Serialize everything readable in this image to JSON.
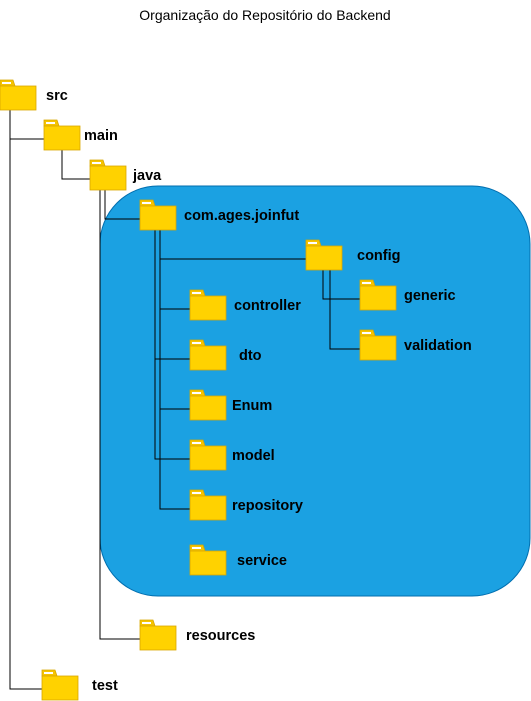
{
  "title": "Organização do Repositório do Backend",
  "colors": {
    "group_fill": "#1ba1e2",
    "group_stroke": "#006eaf",
    "folder_body": "#ffd200",
    "folder_tab": "#f5c400",
    "folder_stroke": "#d9a700",
    "line": "#000000"
  },
  "folders": [
    {
      "id": "src",
      "label": "src"
    },
    {
      "id": "main",
      "label": "main"
    },
    {
      "id": "java",
      "label": "java"
    },
    {
      "id": "joinfut",
      "label": "com.ages.joinfut"
    },
    {
      "id": "config",
      "label": "config"
    },
    {
      "id": "generic",
      "label": "generic"
    },
    {
      "id": "validation",
      "label": "validation"
    },
    {
      "id": "controller",
      "label": "controller"
    },
    {
      "id": "dto",
      "label": "dto"
    },
    {
      "id": "enum",
      "label": "Enum"
    },
    {
      "id": "model",
      "label": "model"
    },
    {
      "id": "repository",
      "label": "repository"
    },
    {
      "id": "service",
      "label": "service"
    },
    {
      "id": "resources",
      "label": "resources"
    },
    {
      "id": "test",
      "label": "test"
    }
  ],
  "edges": [
    {
      "from": "src",
      "to": "main"
    },
    {
      "from": "src",
      "to": "test"
    },
    {
      "from": "main",
      "to": "java"
    },
    {
      "from": "java",
      "to": "joinfut"
    },
    {
      "from": "java",
      "to": "resources"
    },
    {
      "from": "joinfut",
      "to": "config"
    },
    {
      "from": "joinfut",
      "to": "controller"
    },
    {
      "from": "joinfut",
      "to": "dto"
    },
    {
      "from": "joinfut",
      "to": "enum"
    },
    {
      "from": "joinfut",
      "to": "model"
    },
    {
      "from": "joinfut",
      "to": "repository"
    },
    {
      "from": "config",
      "to": "generic"
    },
    {
      "from": "config",
      "to": "validation"
    }
  ]
}
